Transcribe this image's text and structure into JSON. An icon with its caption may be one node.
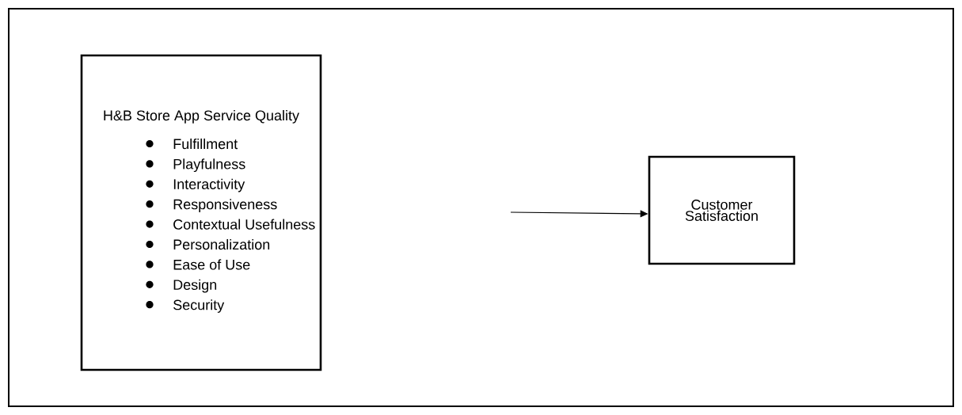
{
  "diagram": {
    "nodes": [
      {
        "text": [
          "H&B Store App Service Quality",
          "Fulfillment",
          "Playfulness",
          "Interactivity",
          "Responsiveness",
          "Contextual  Usefulness",
          "Personalization",
          "Ease  of  Use",
          "Design",
          "Security"
        ]
      },
      {
        "text": [
          "Customer Satisfaction"
        ]
      }
    ],
    "edges": [
      {
        "from": null,
        "to": 1,
        "arrow": "to"
      }
    ]
  }
}
